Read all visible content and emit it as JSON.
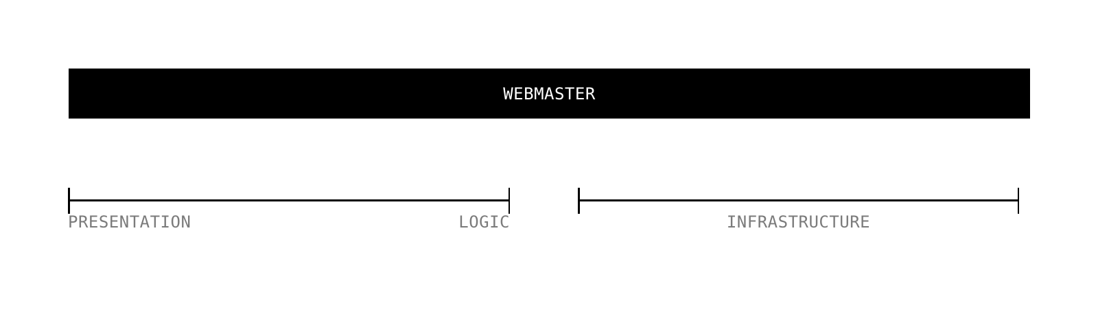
{
  "header": {
    "title": "WEBMASTER"
  },
  "brackets": [
    {
      "labels": [
        {
          "text": "PRESENTATION",
          "align": "left"
        },
        {
          "text": "LOGIC",
          "align": "right"
        }
      ]
    },
    {
      "labels": [
        {
          "text": "INFRASTRUCTURE",
          "align": "center"
        }
      ]
    }
  ],
  "colors": {
    "bar_bg": "#000000",
    "bar_text": "#ffffff",
    "label_gray": "#7b7b7b",
    "line_black": "#000000",
    "page_bg": "#ffffff"
  }
}
